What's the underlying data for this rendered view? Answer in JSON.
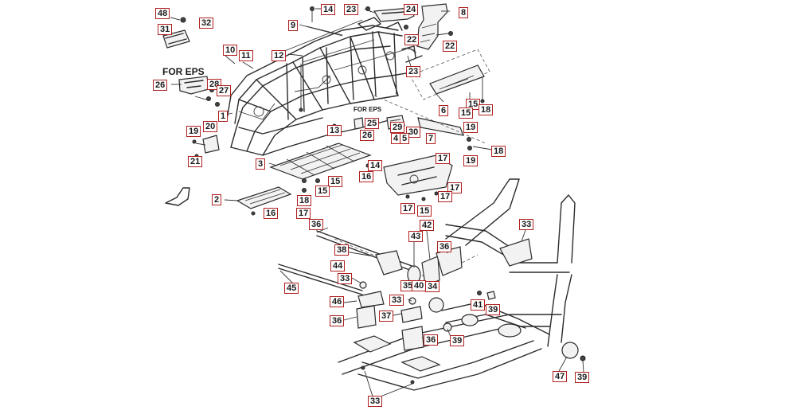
{
  "captions": {
    "for_eps_main": "FOR EPS",
    "for_eps_small": "FOR EPS"
  },
  "callouts": [
    {
      "id": "c48",
      "text": "48"
    },
    {
      "id": "c32",
      "text": "32"
    },
    {
      "id": "c31",
      "text": "31"
    },
    {
      "id": "c14a",
      "text": "14"
    },
    {
      "id": "c9",
      "text": "9"
    },
    {
      "id": "c23a",
      "text": "23"
    },
    {
      "id": "c24",
      "text": "24"
    },
    {
      "id": "c8",
      "text": "8"
    },
    {
      "id": "c22a",
      "text": "22"
    },
    {
      "id": "c22b",
      "text": "22"
    },
    {
      "id": "c10",
      "text": "10"
    },
    {
      "id": "c11",
      "text": "11"
    },
    {
      "id": "c12",
      "text": "12"
    },
    {
      "id": "c23b",
      "text": "23"
    },
    {
      "id": "c26a",
      "text": "26"
    },
    {
      "id": "c28",
      "text": "28"
    },
    {
      "id": "c27",
      "text": "27"
    },
    {
      "id": "c1",
      "text": "1"
    },
    {
      "id": "c6",
      "text": "6"
    },
    {
      "id": "c15a",
      "text": "15"
    },
    {
      "id": "c15b",
      "text": "15"
    },
    {
      "id": "c18a",
      "text": "18"
    },
    {
      "id": "c25",
      "text": "25"
    },
    {
      "id": "c29",
      "text": "29"
    },
    {
      "id": "c30",
      "text": "30"
    },
    {
      "id": "c13",
      "text": "13"
    },
    {
      "id": "c26b",
      "text": "26"
    },
    {
      "id": "c19a",
      "text": "19"
    },
    {
      "id": "c20",
      "text": "20"
    },
    {
      "id": "c21",
      "text": "21"
    },
    {
      "id": "c4",
      "text": "4"
    },
    {
      "id": "c5",
      "text": "5"
    },
    {
      "id": "c7",
      "text": "7"
    },
    {
      "id": "c19b",
      "text": "19"
    },
    {
      "id": "c18b",
      "text": "18"
    },
    {
      "id": "c19c",
      "text": "19"
    },
    {
      "id": "c3",
      "text": "3"
    },
    {
      "id": "c14b",
      "text": "14"
    },
    {
      "id": "c16a",
      "text": "16"
    },
    {
      "id": "c17a",
      "text": "17"
    },
    {
      "id": "c15c",
      "text": "15"
    },
    {
      "id": "c17b",
      "text": "17"
    },
    {
      "id": "c15d",
      "text": "15"
    },
    {
      "id": "c17c",
      "text": "17"
    },
    {
      "id": "c2",
      "text": "2"
    },
    {
      "id": "c18c",
      "text": "18"
    },
    {
      "id": "c16b",
      "text": "16"
    },
    {
      "id": "c17d",
      "text": "17"
    },
    {
      "id": "c15e",
      "text": "15"
    },
    {
      "id": "c17e",
      "text": "17"
    },
    {
      "id": "c36a",
      "text": "36"
    },
    {
      "id": "c38",
      "text": "38"
    },
    {
      "id": "c43",
      "text": "43"
    },
    {
      "id": "c42",
      "text": "42"
    },
    {
      "id": "c36b",
      "text": "36"
    },
    {
      "id": "c33a",
      "text": "33"
    },
    {
      "id": "c44",
      "text": "44"
    },
    {
      "id": "c33b",
      "text": "33"
    },
    {
      "id": "c45",
      "text": "45"
    },
    {
      "id": "c35",
      "text": "35"
    },
    {
      "id": "c40",
      "text": "40"
    },
    {
      "id": "c34",
      "text": "34"
    },
    {
      "id": "c33c",
      "text": "33"
    },
    {
      "id": "c46",
      "text": "46"
    },
    {
      "id": "c36c",
      "text": "36"
    },
    {
      "id": "c37",
      "text": "37"
    },
    {
      "id": "c41",
      "text": "41"
    },
    {
      "id": "c39a",
      "text": "39"
    },
    {
      "id": "c39b",
      "text": "39"
    },
    {
      "id": "c36d",
      "text": "36"
    },
    {
      "id": "c47",
      "text": "47"
    },
    {
      "id": "c39c",
      "text": "39"
    },
    {
      "id": "c33d",
      "text": "33"
    }
  ]
}
